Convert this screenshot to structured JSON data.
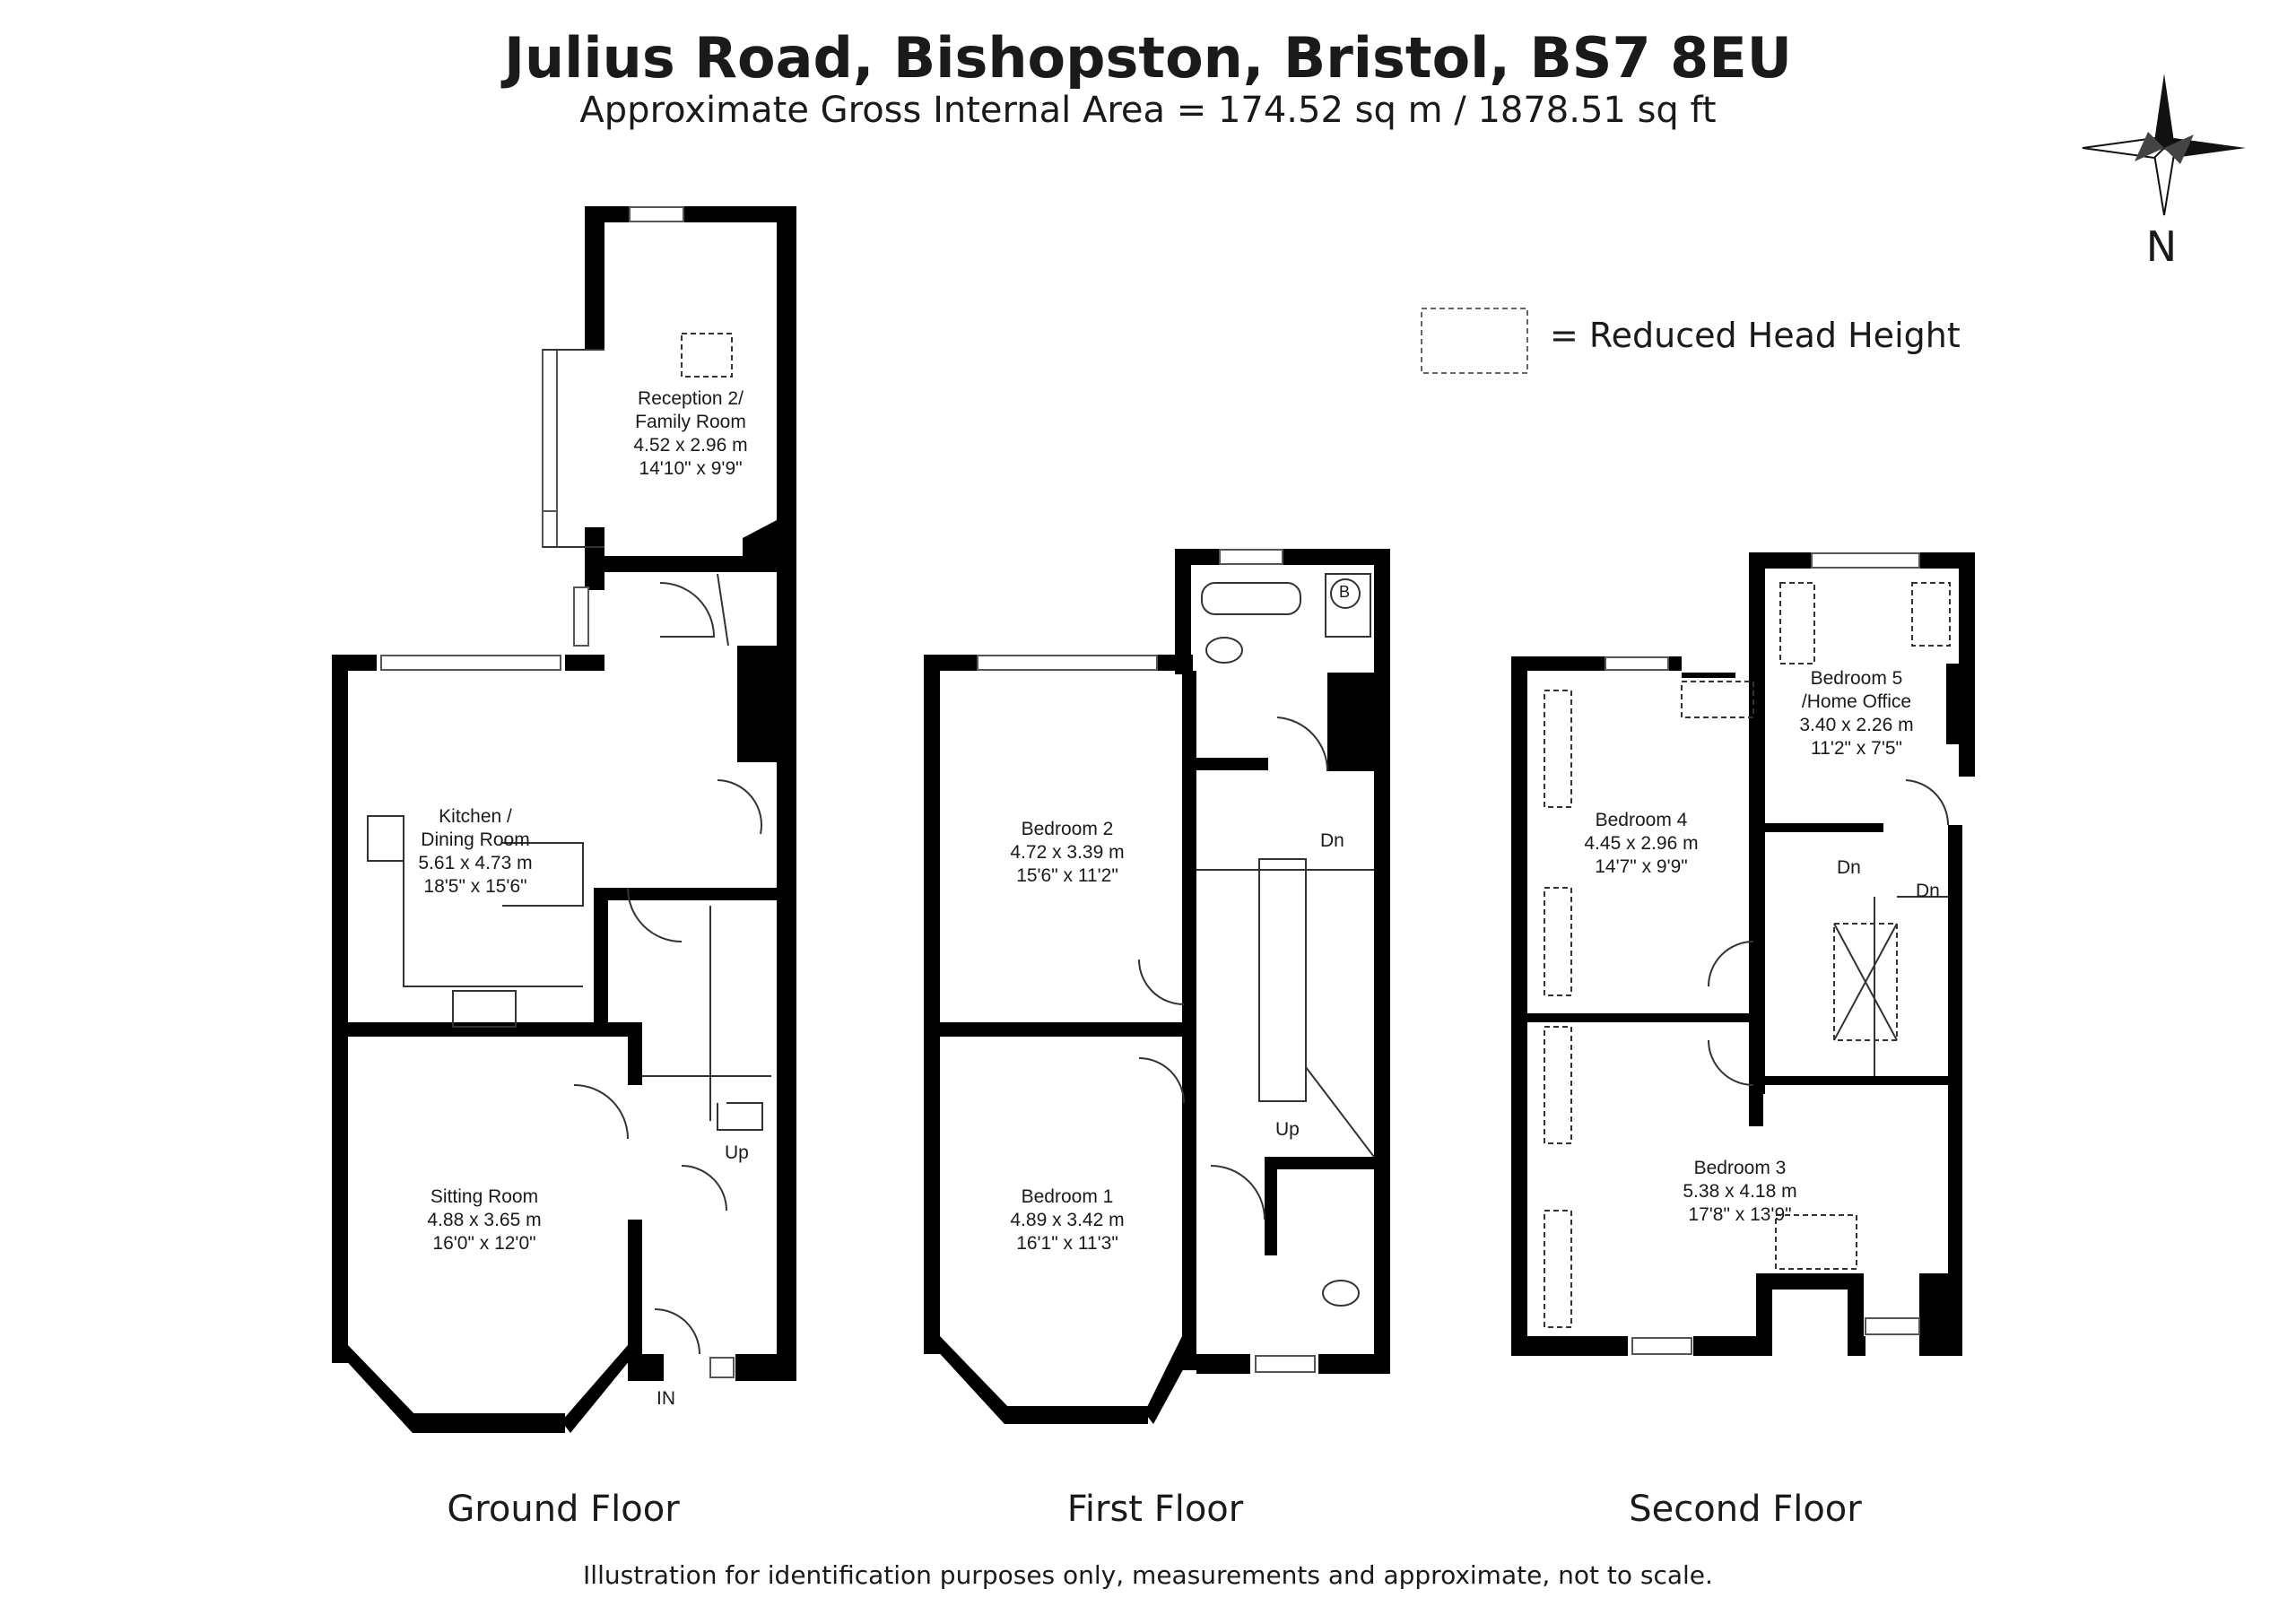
{
  "header": {
    "title": "Julius Road, Bishopston, Bristol, BS7 8EU",
    "subtitle": "Approximate Gross Internal Area = 174.52 sq m / 1878.51 sq ft"
  },
  "legend": {
    "text": "=  Reduced Head Height"
  },
  "compass": {
    "label": "N"
  },
  "floors": {
    "ground": {
      "label": "Ground Floor"
    },
    "first": {
      "label": "First Floor"
    },
    "second": {
      "label": "Second Floor"
    }
  },
  "rooms": {
    "reception2": {
      "name1": "Reception 2/",
      "name2": "Family Room",
      "metric": "4.52 x 2.96 m",
      "imperial": "14'10\" x 9'9\""
    },
    "kitchen": {
      "name1": "Kitchen /",
      "name2": "Dining Room",
      "metric": "5.61 x 4.73 m",
      "imperial": "18'5\" x 15'6\""
    },
    "sitting": {
      "name1": "Sitting Room",
      "metric": "4.88 x 3.65 m",
      "imperial": "16'0\" x 12'0\""
    },
    "bedroom2": {
      "name1": "Bedroom 2",
      "metric": "4.72 x 3.39 m",
      "imperial": "15'6\" x 11'2\""
    },
    "bedroom1": {
      "name1": "Bedroom 1",
      "metric": "4.89 x 3.42 m",
      "imperial": "16'1\" x 11'3\""
    },
    "bedroom4": {
      "name1": "Bedroom 4",
      "metric": "4.45 x 2.96 m",
      "imperial": "14'7\" x 9'9\""
    },
    "bedroom5": {
      "name1": "Bedroom 5",
      "name2": "/Home Office",
      "metric": "3.40 x 2.26 m",
      "imperial": "11'2\" x 7'5\""
    },
    "bedroom3": {
      "name1": "Bedroom 3",
      "metric": "5.38 x 4.18 m",
      "imperial": "17'8\" x 13'9\""
    }
  },
  "tags": {
    "up_ground": "Up",
    "in": "IN",
    "dn_first": "Dn",
    "up_first": "Up",
    "dn_second_a": "Dn",
    "dn_second_b": "Dn",
    "boiler": "B"
  },
  "footer": {
    "disclaimer": "Illustration for identification purposes only, measurements and approximate, not to scale."
  }
}
